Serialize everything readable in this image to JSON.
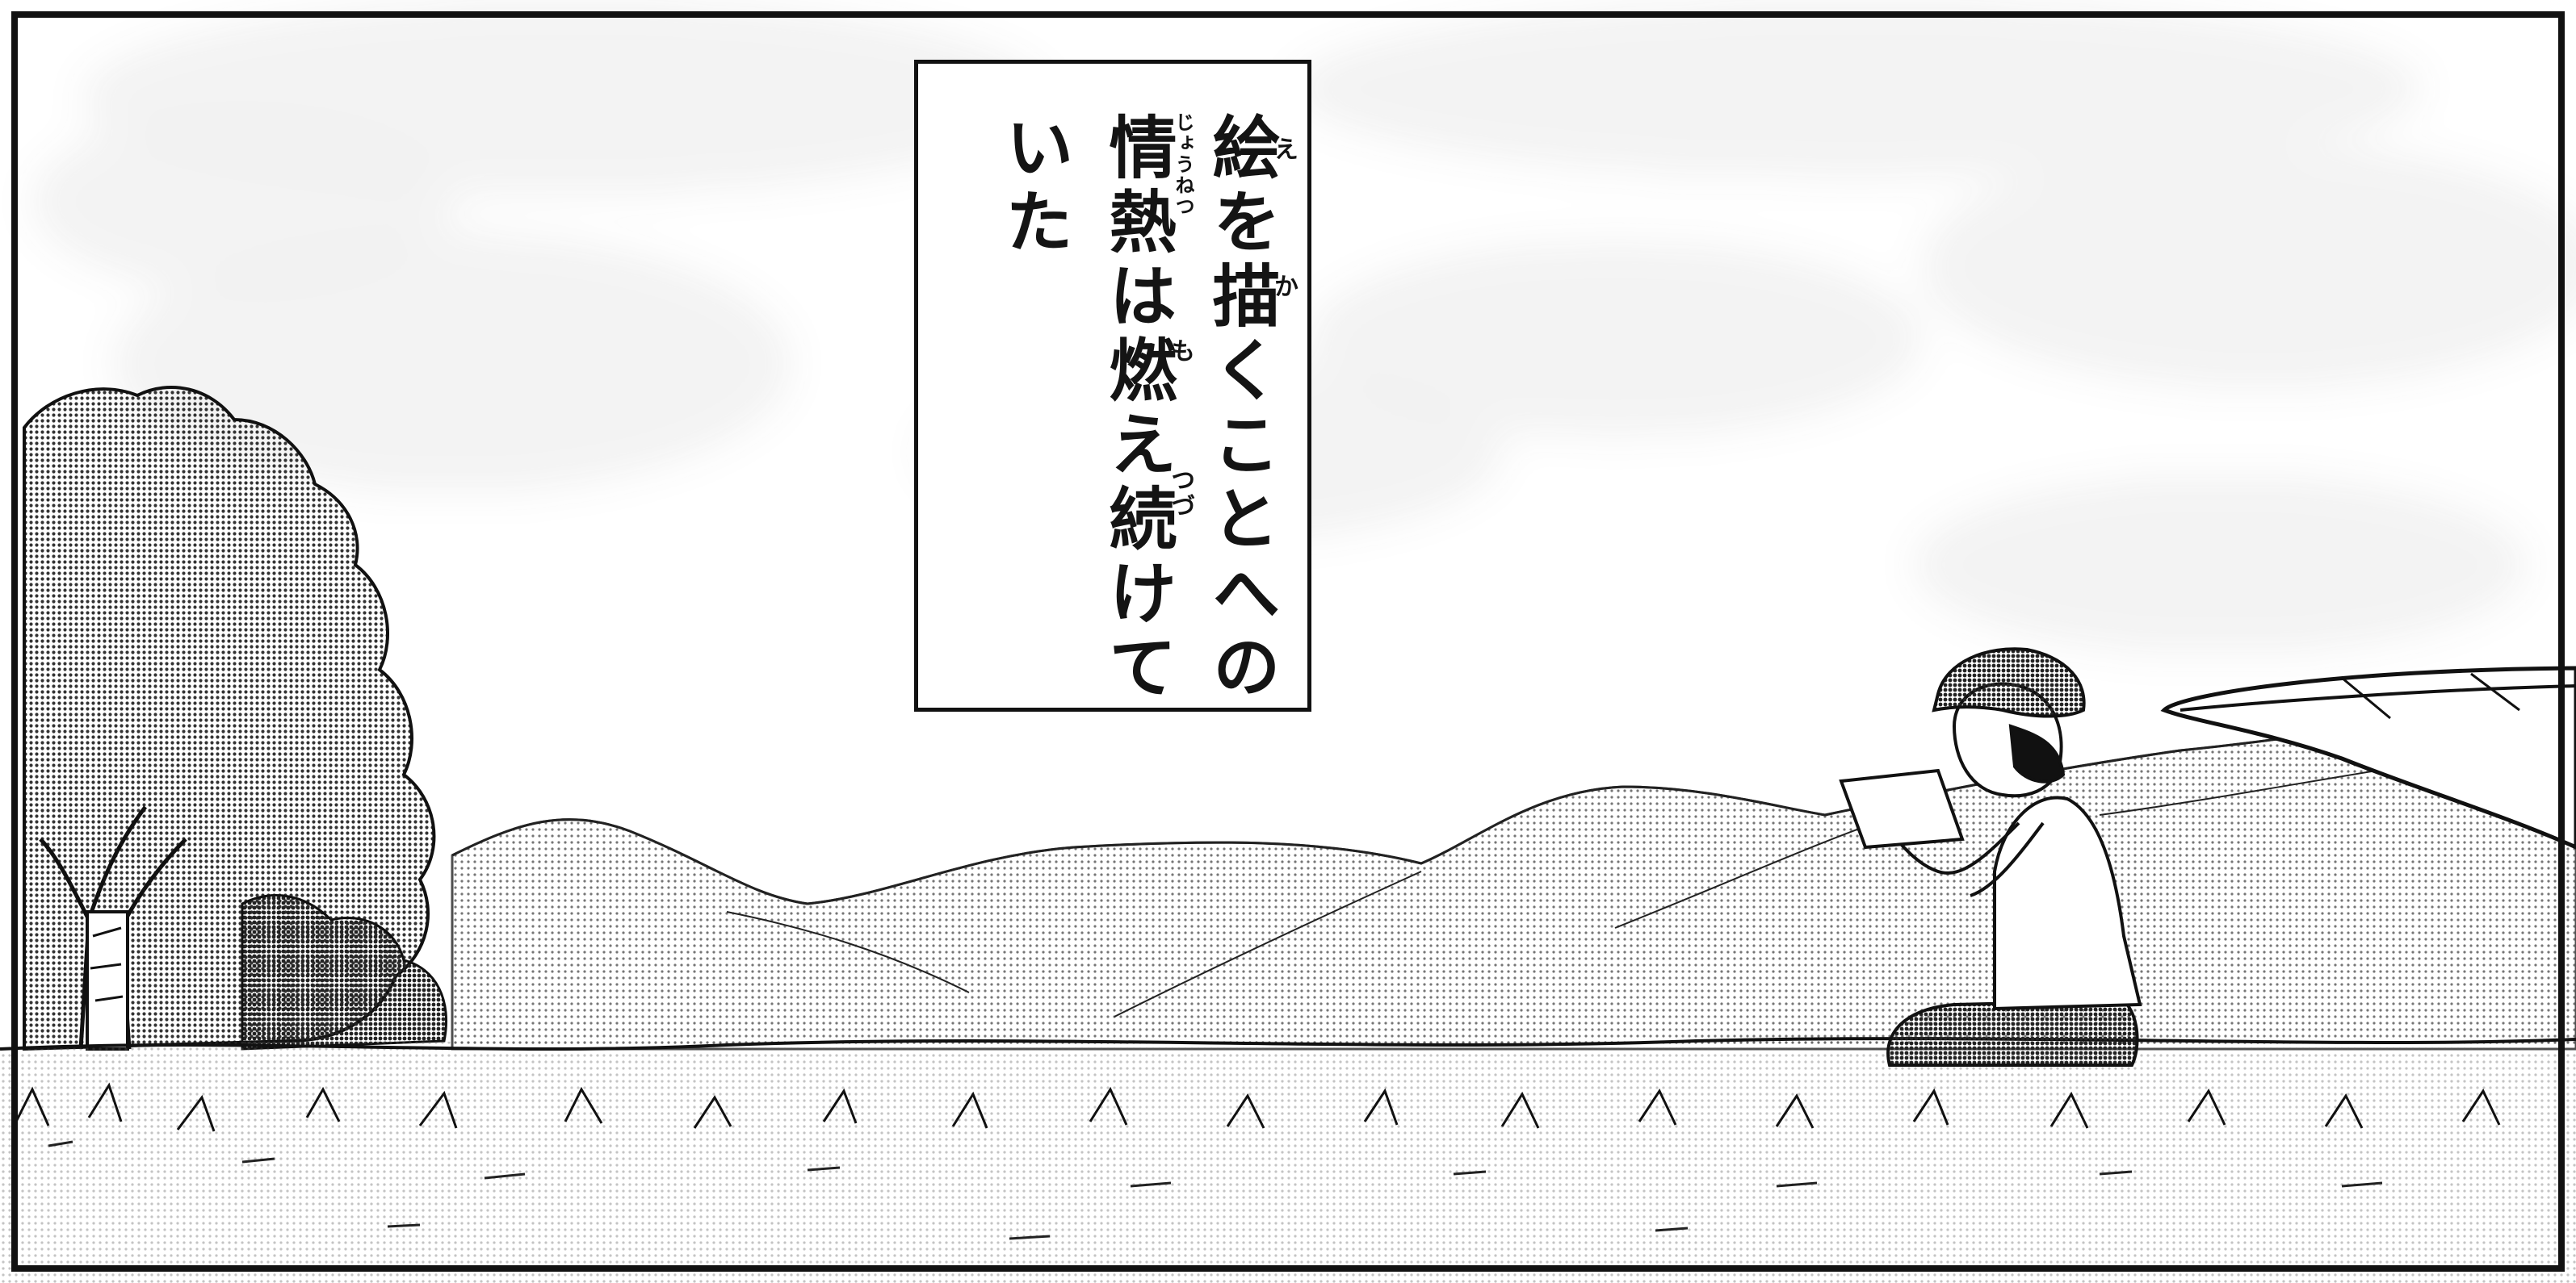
{
  "caption": {
    "lines": [
      "絵を描くことへの",
      "情熱は燃え続けて",
      "いた"
    ],
    "furigana": [
      "え",
      "か",
      "じょうねつ",
      "も",
      "つづ"
    ]
  },
  "colors": {
    "ink": "#111111",
    "paper": "#ffffff",
    "tone_light": "#d9d9d9",
    "tone_mid": "#a8a8a8",
    "tone_dark": "#6e6e6e"
  }
}
